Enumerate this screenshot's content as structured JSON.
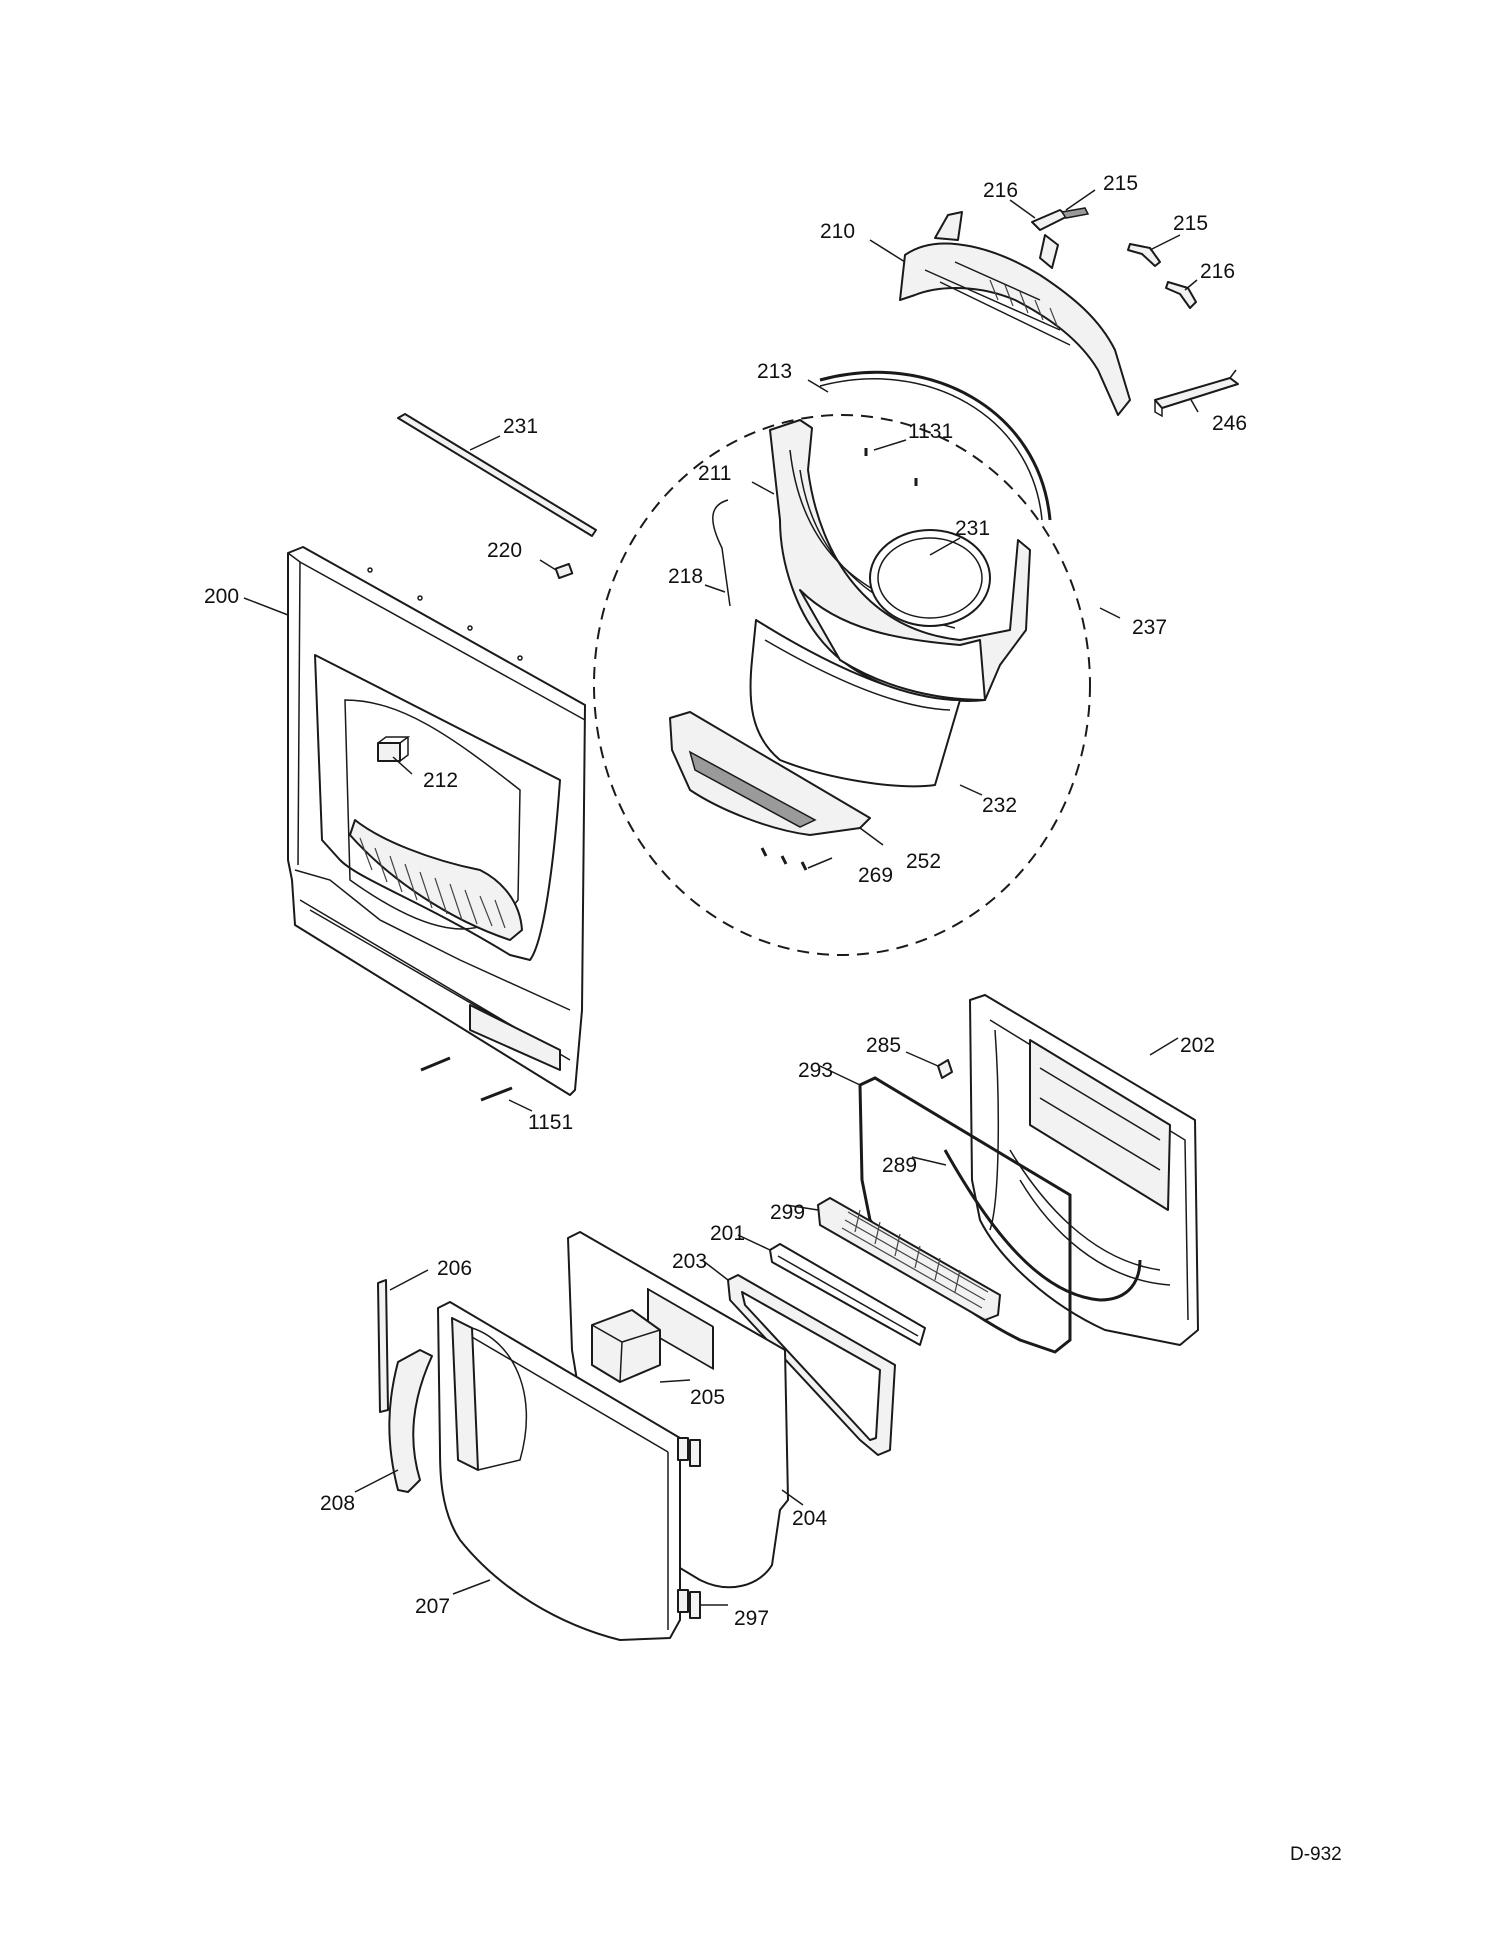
{
  "diagram": {
    "drawing_number": "D-932",
    "callouts": [
      {
        "id": "c-216a",
        "label": "216"
      },
      {
        "id": "c-215a",
        "label": "215"
      },
      {
        "id": "c-215b",
        "label": "215"
      },
      {
        "id": "c-210",
        "label": "210"
      },
      {
        "id": "c-216b",
        "label": "216"
      },
      {
        "id": "c-213",
        "label": "213"
      },
      {
        "id": "c-246",
        "label": "246"
      },
      {
        "id": "c-231a",
        "label": "231"
      },
      {
        "id": "c-1131",
        "label": "1131"
      },
      {
        "id": "c-211",
        "label": "211"
      },
      {
        "id": "c-220",
        "label": "220"
      },
      {
        "id": "c-231b",
        "label": "231"
      },
      {
        "id": "c-218",
        "label": "218"
      },
      {
        "id": "c-200",
        "label": "200"
      },
      {
        "id": "c-237",
        "label": "237"
      },
      {
        "id": "c-212",
        "label": "212"
      },
      {
        "id": "c-232",
        "label": "232"
      },
      {
        "id": "c-252",
        "label": "252"
      },
      {
        "id": "c-269",
        "label": "269"
      },
      {
        "id": "c-285",
        "label": "285"
      },
      {
        "id": "c-202",
        "label": "202"
      },
      {
        "id": "c-293",
        "label": "293"
      },
      {
        "id": "c-1151",
        "label": "1151"
      },
      {
        "id": "c-289",
        "label": "289"
      },
      {
        "id": "c-299",
        "label": "299"
      },
      {
        "id": "c-201",
        "label": "201"
      },
      {
        "id": "c-206",
        "label": "206"
      },
      {
        "id": "c-203",
        "label": "203"
      },
      {
        "id": "c-205",
        "label": "205"
      },
      {
        "id": "c-208",
        "label": "208"
      },
      {
        "id": "c-204",
        "label": "204"
      },
      {
        "id": "c-207",
        "label": "207"
      },
      {
        "id": "c-297",
        "label": "297"
      }
    ]
  }
}
